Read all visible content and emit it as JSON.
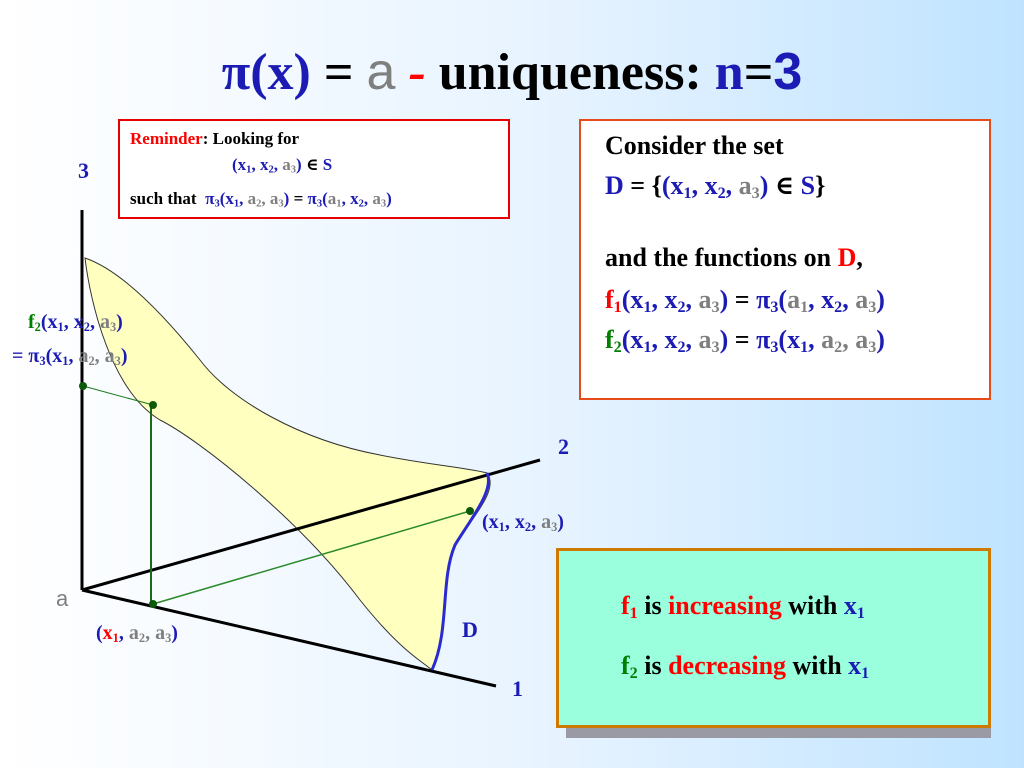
{
  "title": {
    "pi": "π(x)",
    "eq": " = ",
    "a": "a",
    "dash": "-",
    "uniq": " uniqueness: ",
    "n": "n",
    "eq2": "=",
    "three": "3"
  },
  "reminder": {
    "word": "Reminder",
    "colon_text": ": Looking for",
    "line2_prefix": "(x",
    "line2_sub1": "1",
    "line2_x2": ", x",
    "line2_sub2": "2",
    "line2_a3": ", a",
    "line2_sub3": "3",
    "line2_close": ")",
    "elem": " ∈ ",
    "set": "S",
    "such_that": "such that",
    "pi": "π",
    "pi_sub": "3",
    "eq_text": " = "
  },
  "consider": {
    "line1": "Consider the set",
    "d_name": "D",
    "d_eq": " = {",
    "d_close": "}",
    "line3": "and the functions on ",
    "line3_d": "D",
    "line3_comma": ",",
    "f1": "f",
    "f1_sub": "1",
    "f2": "f",
    "f2_sub": "2",
    "pi": "π",
    "pi_sub": "3"
  },
  "result": {
    "f": "f",
    "line1_sub": "1",
    "is": " is ",
    "increasing": "increasing",
    "with": " with ",
    "x": "x",
    "x_sub": "1",
    "line2_sub": "2",
    "decreasing": "decreasing"
  },
  "diagram": {
    "axis_3": "3",
    "axis_2": "2",
    "axis_1": "1",
    "origin_a": "a",
    "set_label": "D",
    "f2_label_f": "f",
    "f2_label_sub": "2",
    "eq_pi": "= π",
    "eq_pi_sub": "3",
    "point_label": "(x",
    "comma_x": ", x",
    "comma_a": ", a",
    "close": ")",
    "sub1": "1",
    "sub2": "2",
    "sub3": "3"
  },
  "colors": {
    "blue": "#1c1cb4",
    "red": "#ff0000",
    "green": "#008000",
    "gray": "#7f7f7f",
    "surface": "#ffffc0",
    "result_bg": "#99ffdd"
  }
}
